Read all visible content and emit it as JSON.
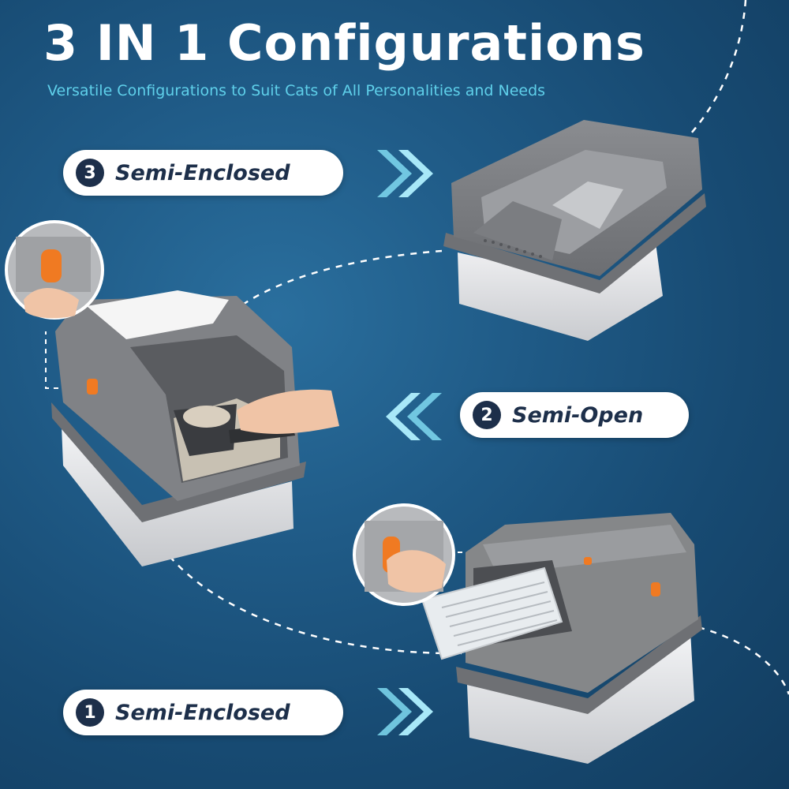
{
  "header": {
    "title": "3 IN 1 Configurations",
    "subtitle": "Versatile Configurations to Suit Cats of All Personalities and Needs"
  },
  "configurations": [
    {
      "number": "3",
      "label": "Semi-Enclosed"
    },
    {
      "number": "2",
      "label": "Semi-Open"
    },
    {
      "number": "1",
      "label": "Semi-Enclosed"
    }
  ],
  "colors": {
    "background": "#1f5a86",
    "accent_cyan": "#5fd0ea",
    "badge_navy": "#1d2f4a",
    "latch_orange": "#f07a22",
    "tray_gray": "#7d7f82",
    "steel": "#dcdde0"
  }
}
